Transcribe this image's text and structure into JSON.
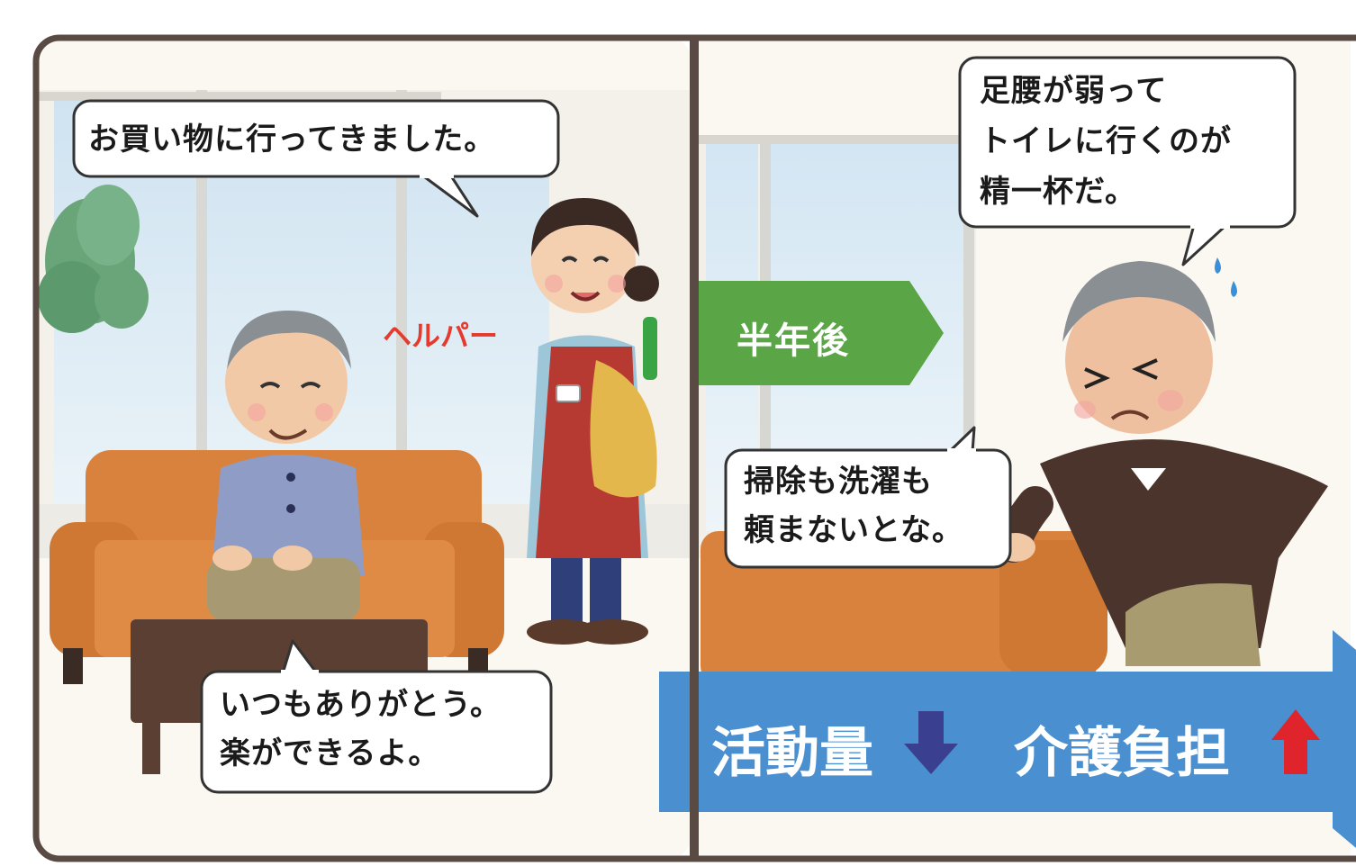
{
  "panel_left": {
    "bubble_helper": "お買い物に行ってきました。",
    "helper_label": "ヘルパー",
    "bubble_elder": [
      "いつもありがとう。",
      "楽ができるよ。"
    ]
  },
  "panel_right": {
    "time_banner": "半年後",
    "bubble_complaint": [
      "足腰が弱って",
      "トイレに行くのが",
      "精一杯だ。"
    ],
    "bubble_chores": [
      "掃除も洗濯も",
      "頼まないとな。"
    ],
    "result": {
      "activity_label": "活動量",
      "activity_trend": "down",
      "care_label": "介護負担",
      "care_trend": "up"
    }
  },
  "colors": {
    "frame": "#5a4a44",
    "sofa": "#d9823e",
    "banner_green": "#5aa646",
    "result_blue": "#4a8fd0",
    "helper_label": "#e53a2e",
    "arrow_down": "#3a3f8f",
    "arrow_up": "#e0242b"
  },
  "icons": [
    "sweat-drop-icon",
    "down-arrow-icon",
    "up-arrow-icon"
  ]
}
